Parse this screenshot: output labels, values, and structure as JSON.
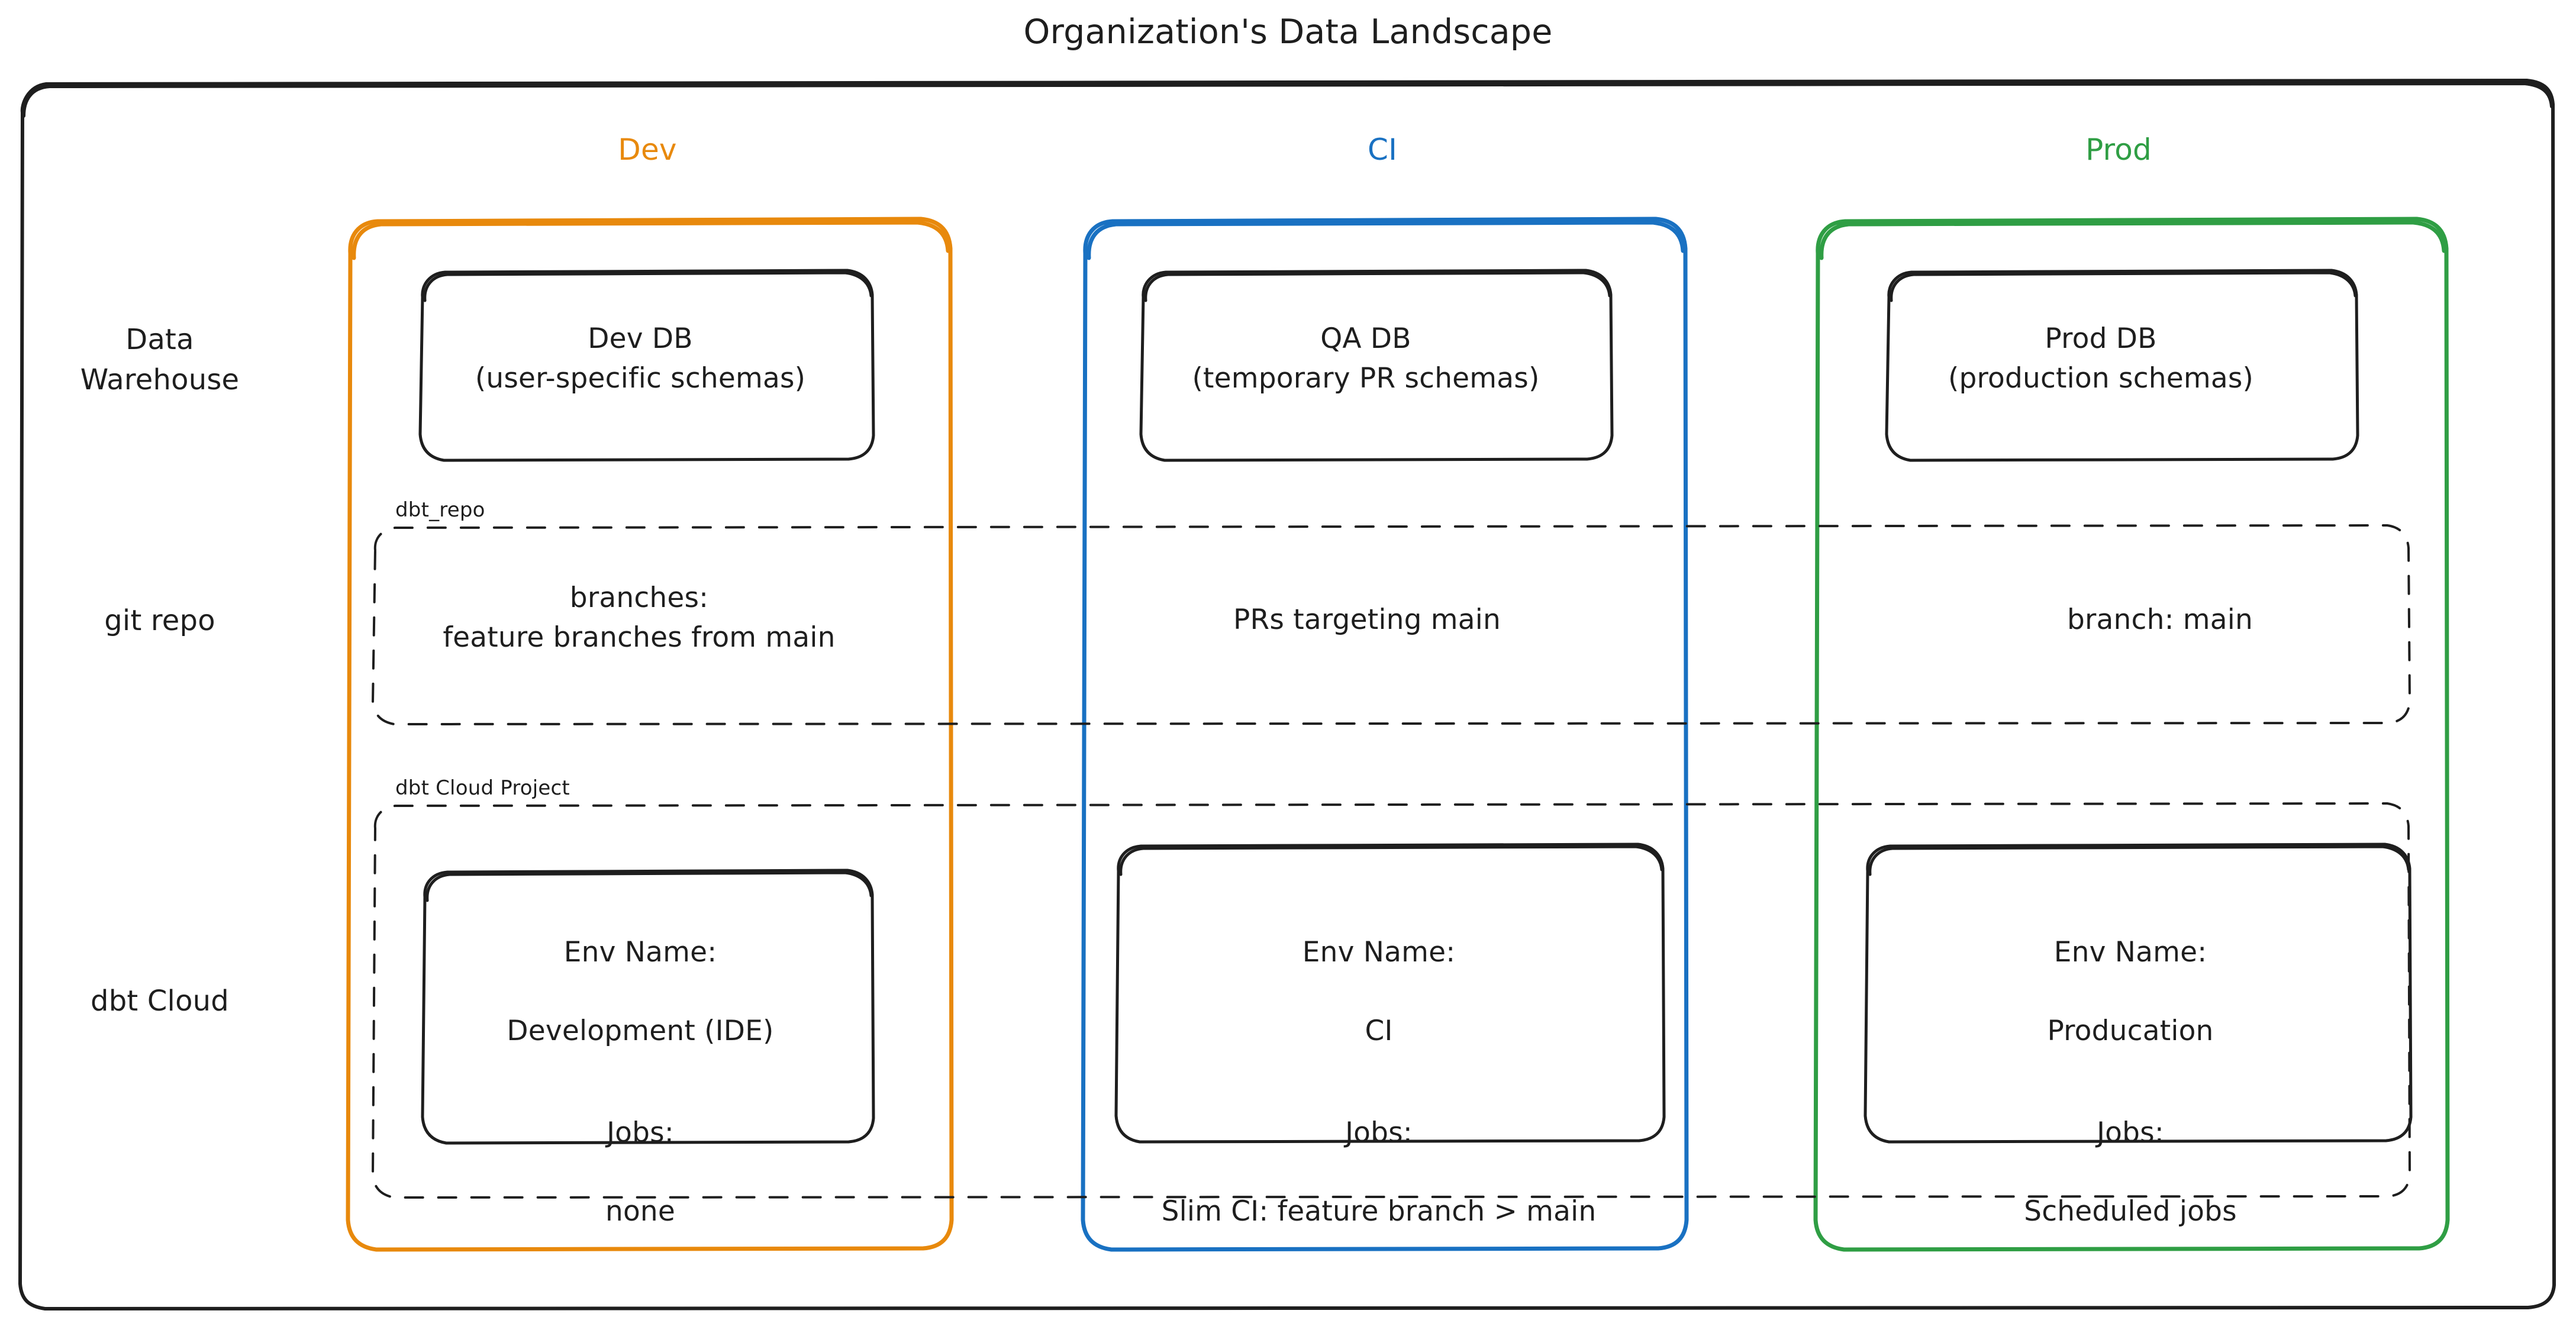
{
  "title": "Organization's Data Landscape",
  "colors": {
    "dev": "#e8890c",
    "ci": "#1971c2",
    "prod": "#2f9e44",
    "ink": "#1e1e1e",
    "background": "#ffffff"
  },
  "columns": [
    {
      "id": "dev",
      "label": "Dev",
      "color": "#e8890c"
    },
    {
      "id": "ci",
      "label": "CI",
      "color": "#1971c2"
    },
    {
      "id": "prod",
      "label": "Prod",
      "color": "#2f9e44"
    }
  ],
  "rows": [
    {
      "id": "data-warehouse",
      "label": "Data\nWarehouse"
    },
    {
      "id": "git-repo",
      "label": "git repo"
    },
    {
      "id": "dbt-cloud",
      "label": "dbt Cloud"
    }
  ],
  "groups": {
    "git_repo_tag": "dbt_repo",
    "dbt_cloud_tag": "dbt Cloud Project"
  },
  "nodes": {
    "data_warehouse": {
      "dev": "Dev DB\n(user-specific schemas)",
      "ci": "QA DB\n(temporary PR schemas)",
      "prod": "Prod DB\n(production schemas)"
    },
    "git_repo": {
      "dev": "branches:\nfeature branches from main",
      "ci": "PRs targeting main",
      "prod": "branch: main"
    },
    "dbt_cloud": {
      "dev": {
        "env_name_label": "Env Name:",
        "env_name_value": "Development (IDE)",
        "jobs_label": "Jobs:",
        "jobs_value": "none"
      },
      "ci": {
        "env_name_label": "Env Name:",
        "env_name_value": "CI",
        "jobs_label": "Jobs:",
        "jobs_value": "Slim CI: feature branch > main"
      },
      "prod": {
        "env_name_label": "Env Name:",
        "env_name_value": "Producation",
        "jobs_label": "Jobs:",
        "jobs_value": "Scheduled jobs"
      }
    }
  }
}
